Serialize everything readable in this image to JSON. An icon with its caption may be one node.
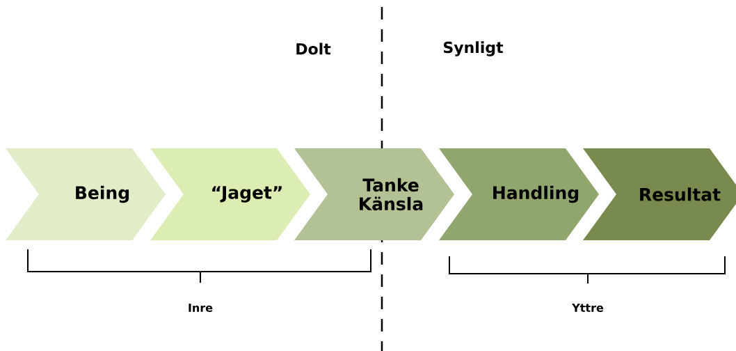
{
  "diagram": {
    "nodes": [
      {
        "text": [
          "Being"
        ]
      },
      {
        "text": [
          "“Jaget”"
        ]
      },
      {
        "text": [
          "Tanke Känsla"
        ]
      },
      {
        "text": [
          "Handling"
        ]
      },
      {
        "text": [
          "Resultat"
        ]
      }
    ],
    "labels": [
      "Dolt",
      "Synligt",
      "Inre",
      "Yttre"
    ]
  }
}
